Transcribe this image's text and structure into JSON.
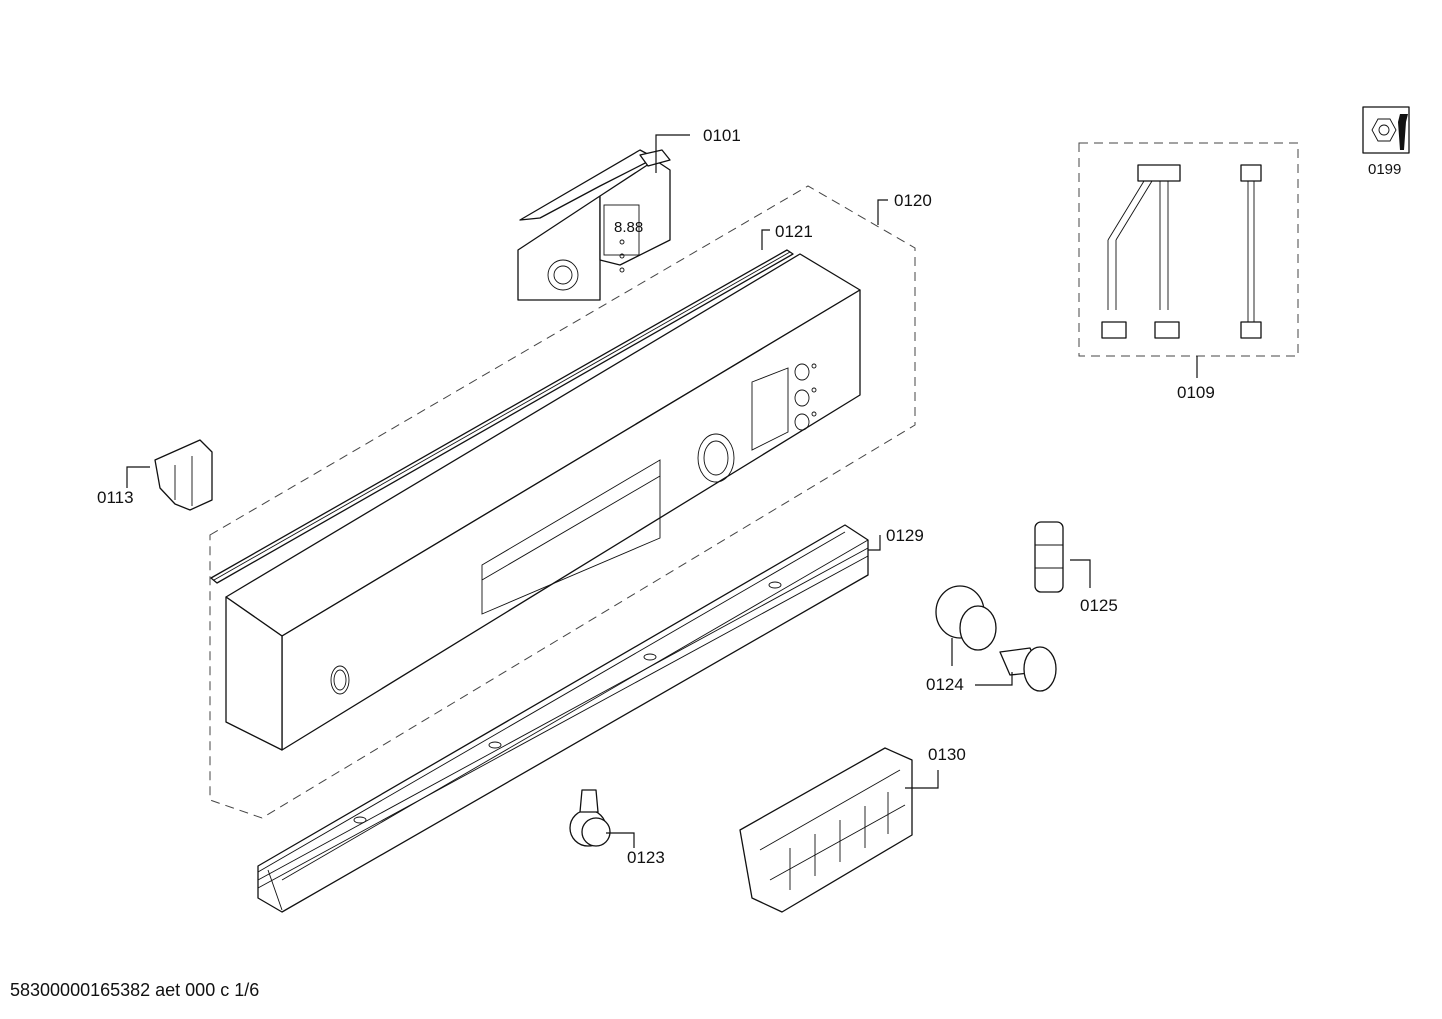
{
  "labels": {
    "p0101": "0101",
    "p0120": "0120",
    "p0121": "0121",
    "p0109": "0109",
    "p0199": "0199",
    "p0113": "0113",
    "p0129": "0129",
    "p0125": "0125",
    "p0124": "0124",
    "p0130": "0130",
    "p0123": "0123"
  },
  "footer": {
    "code": "58300000165382 aet 000 c 1/6"
  }
}
